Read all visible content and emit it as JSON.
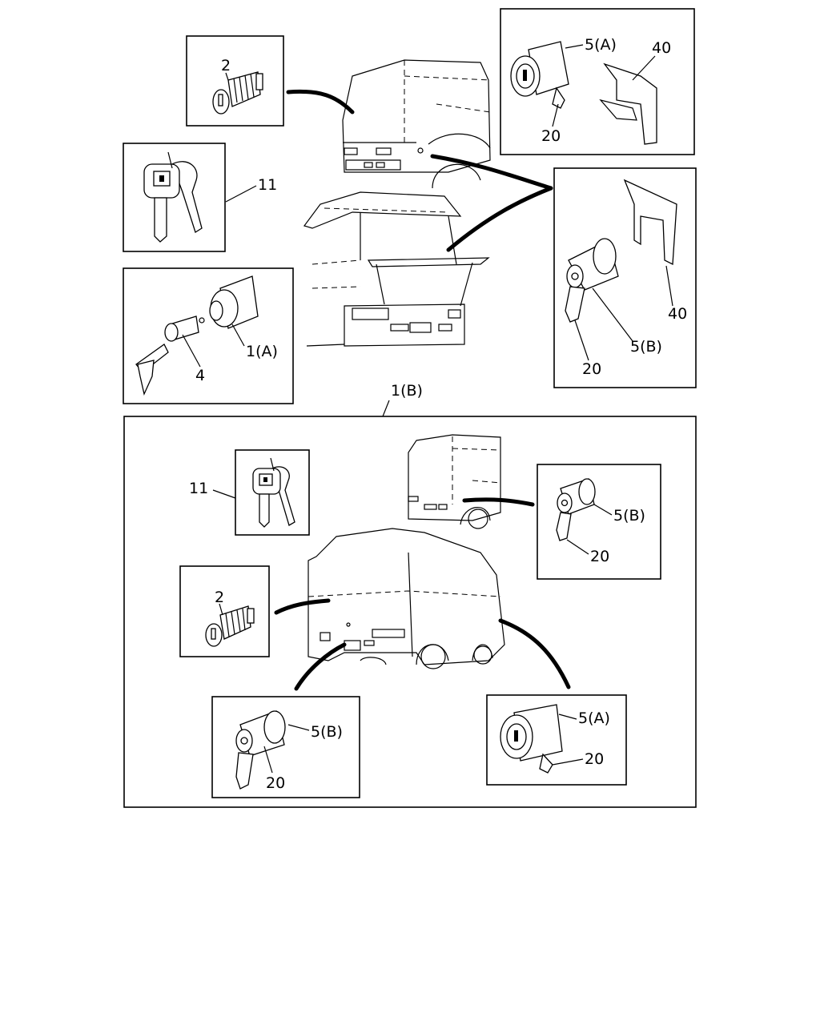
{
  "labels": {
    "top_key_cylinder": "2",
    "top_door_lock_a": "5(A)",
    "top_door_lock_a_clip": "40",
    "top_door_lock_a_lever": "20",
    "top_keys": "11",
    "top_ignition_assy": "1(A)",
    "top_ignition_cylinder": "4",
    "top_door_lock_b": "5(B)",
    "top_door_lock_b_lever": "20",
    "top_door_lock_b_clip": "40",
    "group_b": "1(B)",
    "b_keys": "11",
    "b_rear_lock_b": "5(B)",
    "b_rear_lock_b_lever": "20",
    "b_key_cylinder": "2",
    "b_lower_lock_b": "5(B)",
    "b_lower_lock_b_lever": "20",
    "b_lower_lock_a": "5(A)",
    "b_lower_lock_a_lever": "20"
  },
  "colors": {
    "line": "#000000",
    "background": "#ffffff"
  }
}
